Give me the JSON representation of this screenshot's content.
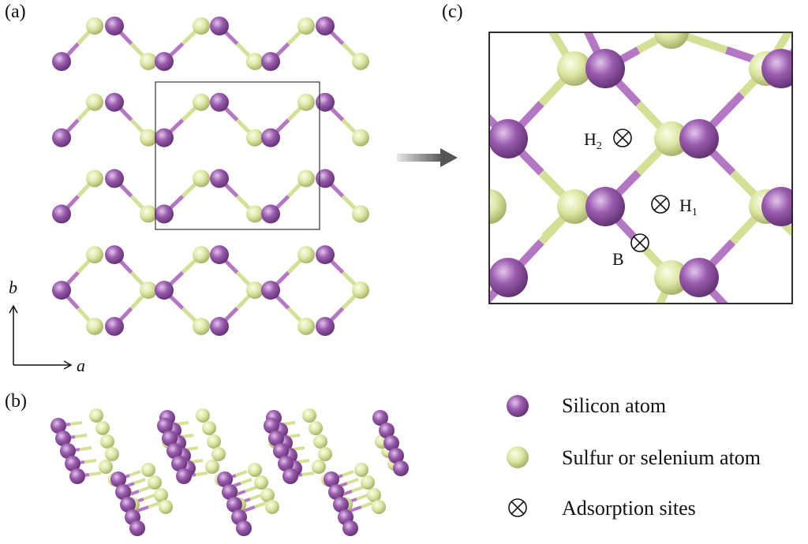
{
  "panels": {
    "a": "(a)",
    "b": "(b)",
    "c": "(c)"
  },
  "axes": {
    "b": "b",
    "a": "a"
  },
  "sites": {
    "H2_main": "H",
    "H2_sub": "2",
    "H1_main": "H",
    "H1_sub": "1",
    "B": "B"
  },
  "legend": {
    "silicon": "Silicon atom",
    "chalcogen": "Sulfur or selenium atom",
    "adsorption": "Adsorption sites"
  },
  "colors": {
    "silicon": "#8e4fa0",
    "chalcogen": "#dfe7a6",
    "bond_si": "#b06cc0",
    "bond_s": "#d9e29a"
  }
}
